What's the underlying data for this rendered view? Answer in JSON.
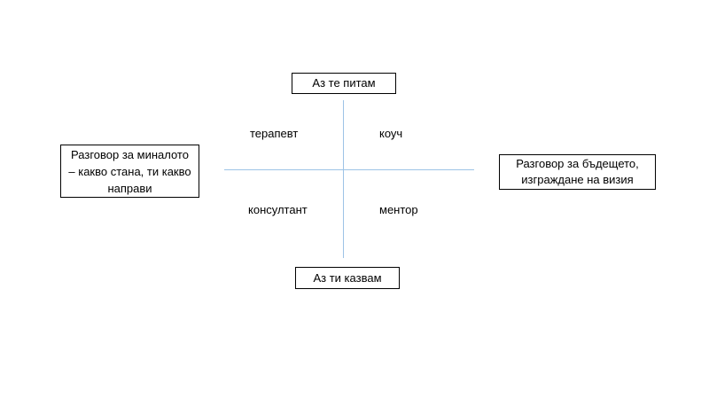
{
  "diagram": {
    "top_label": "Аз те питам",
    "bottom_label": "Аз ти казвам",
    "left_label": "Разговор за миналото – какво стана, ти какво направи",
    "right_label": "Разговор за бъдещето, изграждане на визия",
    "quadrants": {
      "top_left": "терапевт",
      "top_right": "коуч",
      "bottom_left": "консултант",
      "bottom_right": "ментор"
    }
  },
  "colors": {
    "axis_line": "#9dc3e6",
    "box_border": "#000000",
    "text": "#000000",
    "background": "#ffffff"
  }
}
